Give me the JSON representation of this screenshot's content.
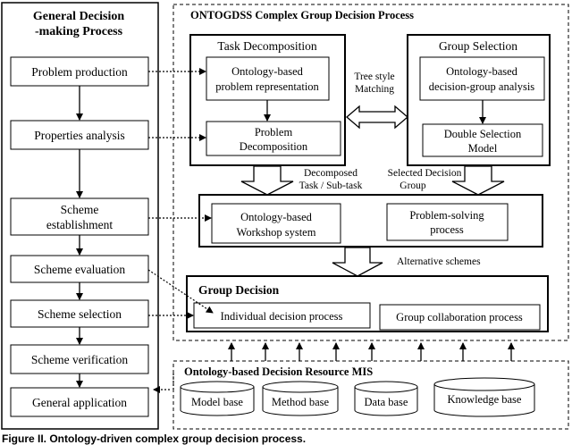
{
  "left_panel": {
    "title_line1": "General Decision",
    "title_line2": "-making Process",
    "steps": [
      {
        "lines": [
          "Problem production"
        ]
      },
      {
        "lines": [
          "Properties analysis"
        ]
      },
      {
        "lines": [
          "Scheme",
          "establishment"
        ]
      },
      {
        "lines": [
          "Scheme evaluation"
        ]
      },
      {
        "lines": [
          "Scheme selection"
        ]
      },
      {
        "lines": [
          "Scheme verification"
        ]
      },
      {
        "lines": [
          "General application"
        ]
      }
    ]
  },
  "ontogdss": {
    "title": "ONTOGDSS Complex Group Decision Process",
    "task_decomposition": {
      "title": "Task Decomposition",
      "box1_line1": "Ontology-based",
      "box1_line2": "problem representation",
      "box2_line1": "Problem",
      "box2_line2": "Decomposition"
    },
    "group_selection": {
      "title": "Group Selection",
      "box1_line1": "Ontology-based",
      "box1_line2": "decision-group analysis",
      "box2_line1": "Double Selection",
      "box2_line2": "Model"
    },
    "tree_matching_line1": "Tree style",
    "tree_matching_line2": "Matching",
    "decomposed_line1": "Decomposed",
    "decomposed_line2": "Task / Sub-task",
    "selected_line1": "Selected Decision",
    "selected_line2": "Group",
    "workshop_line1": "Ontology-based",
    "workshop_line2": "Workshop system",
    "problem_solving_line1": "Problem-solving",
    "problem_solving_line2": "process",
    "alternative_schemes": "Alternative schemes",
    "group_decision": {
      "title": "Group Decision",
      "individual": "Individual decision process",
      "collaboration": "Group collaboration process"
    }
  },
  "mis": {
    "title": "Ontology-based Decision Resource MIS",
    "bases": [
      "Model base",
      "Method base",
      "Data base",
      "Knowledge base"
    ]
  },
  "caption": "Figure II. Ontology-driven complex group decision process."
}
